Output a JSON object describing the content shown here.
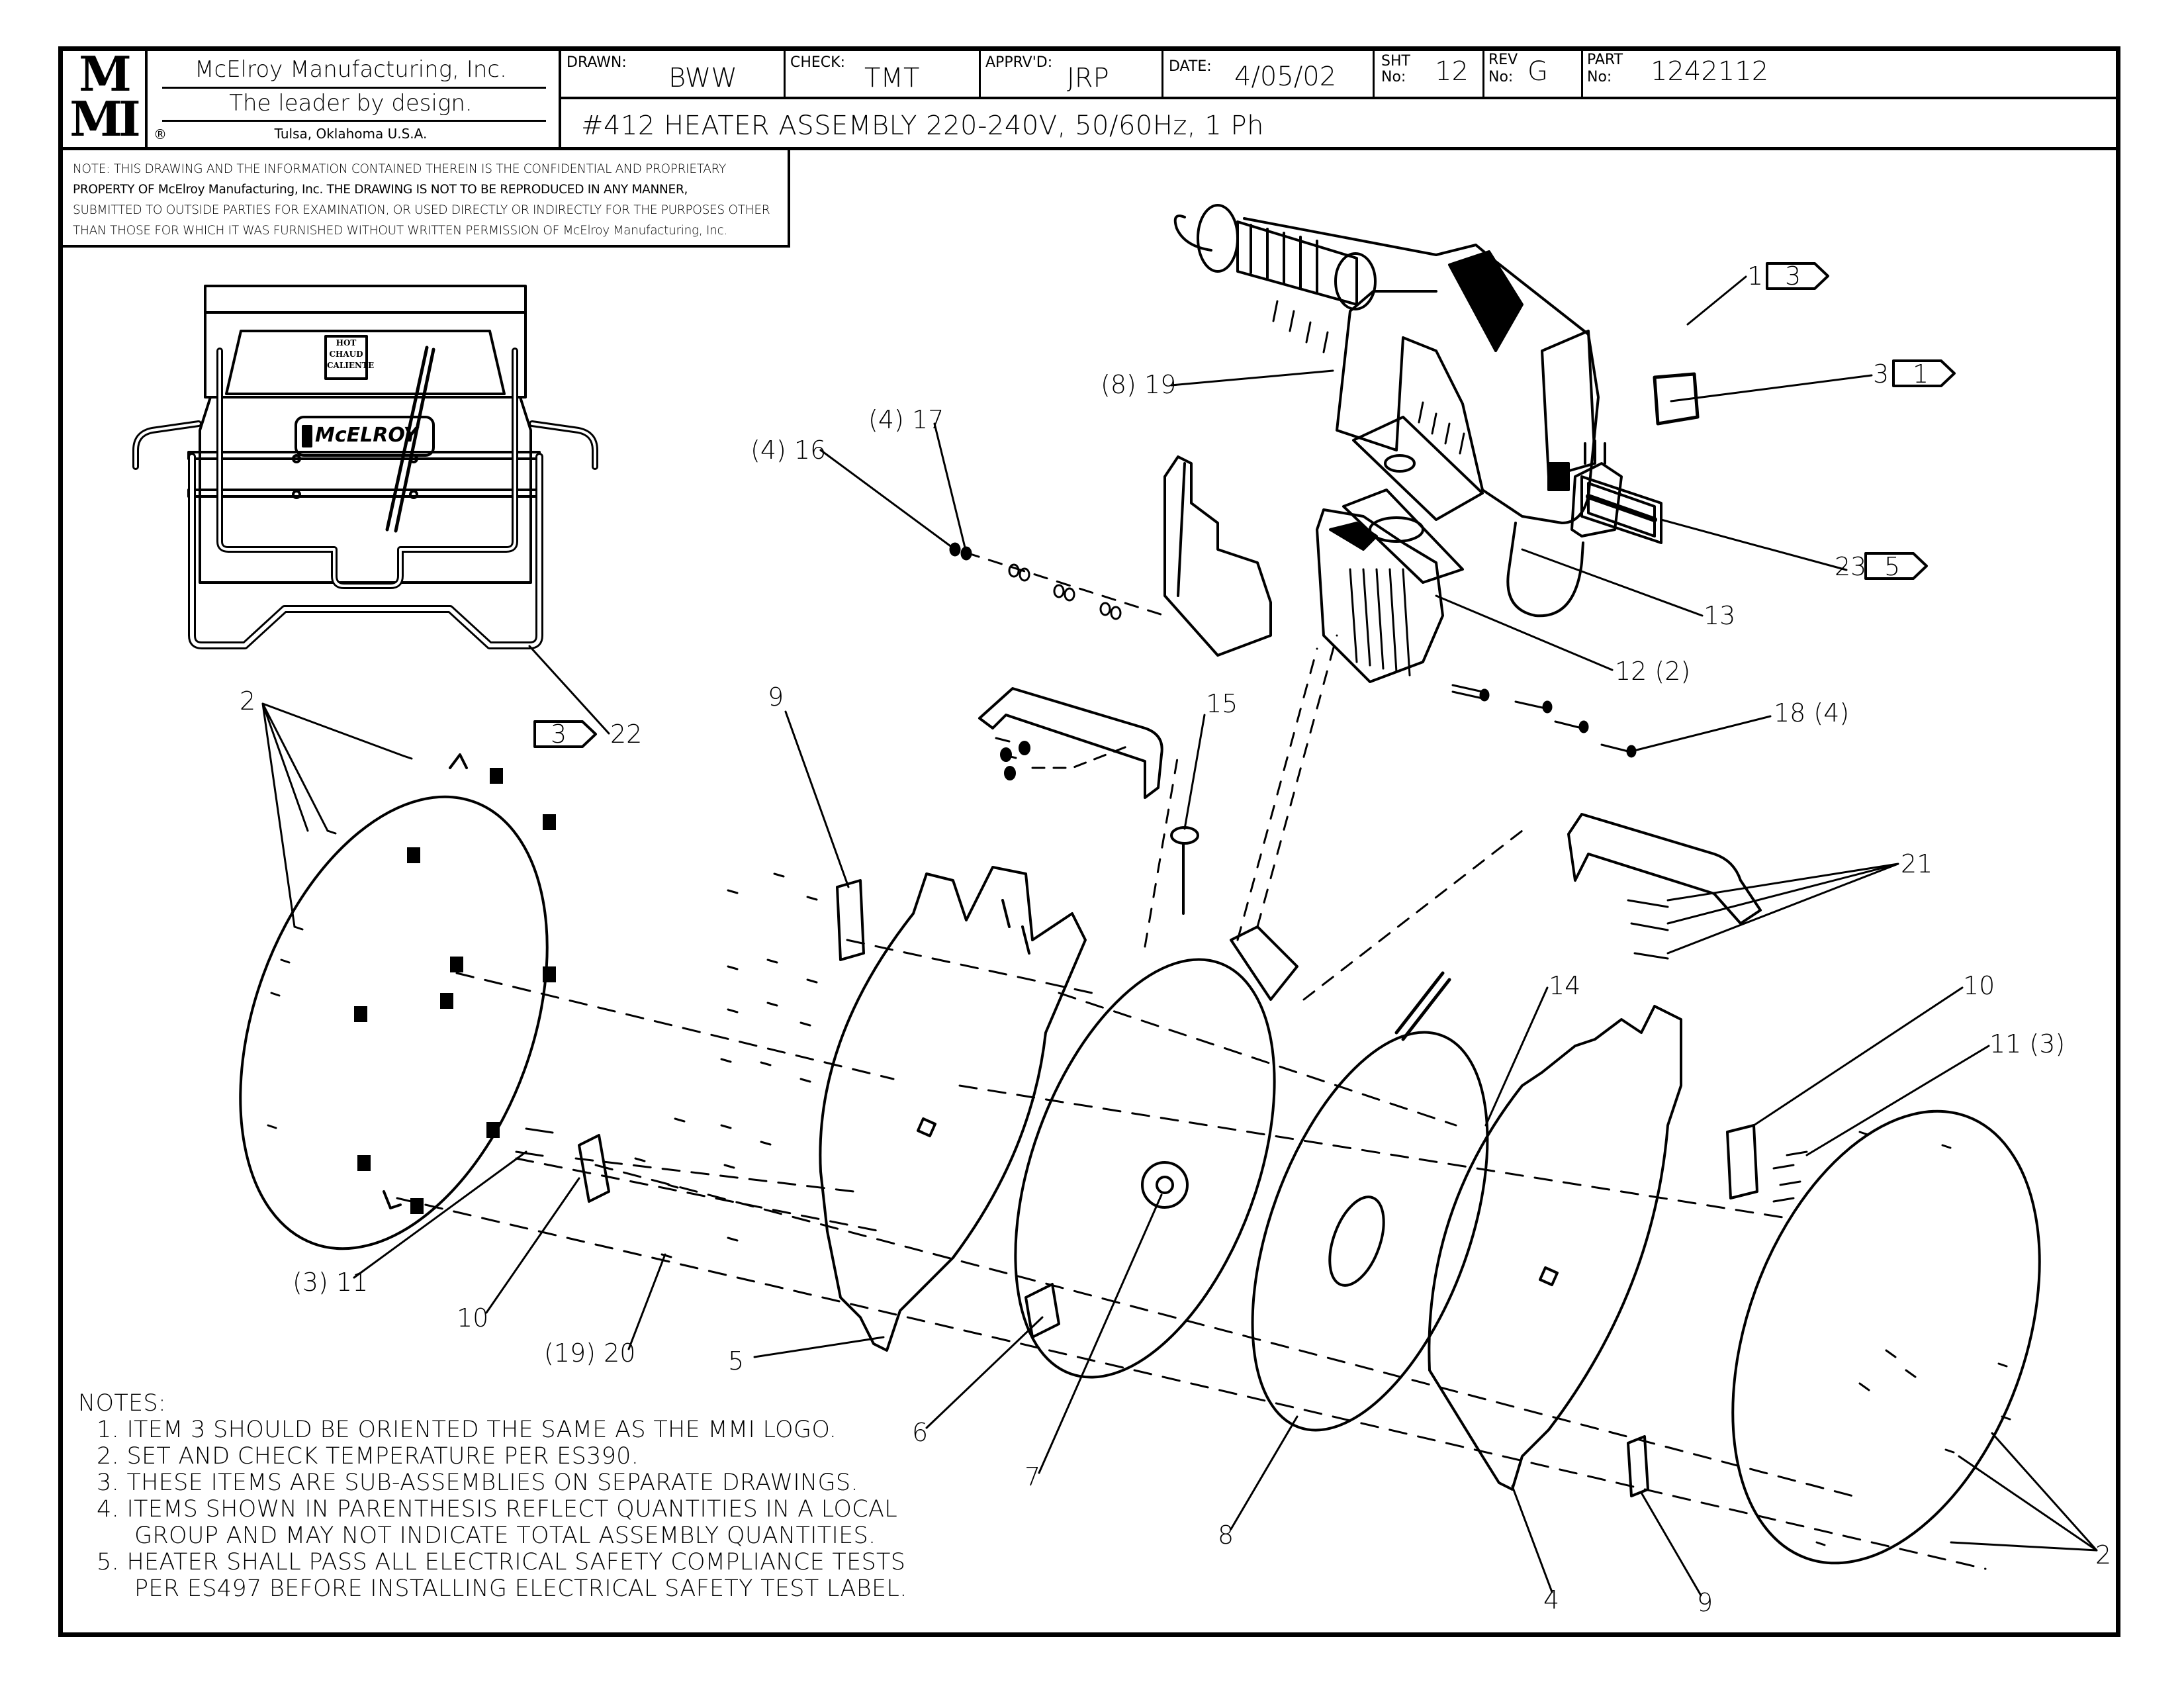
{
  "title_block": {
    "logo": {
      "line1": "M",
      "line2": "MI",
      "registered": "®"
    },
    "company": {
      "name": "McElroy Manufacturing, Inc.",
      "slogan": "The leader by design.",
      "location": "Tulsa, Oklahoma U.S.A."
    },
    "drawn": {
      "label": "DRAWN:",
      "value": "BWW"
    },
    "check": {
      "label": "CHECK:",
      "value": "TMT"
    },
    "approved": {
      "label": "APPRV'D:",
      "value": "JRP"
    },
    "date": {
      "label": "DATE:",
      "value": "4/05/02"
    },
    "sheet": {
      "label_line1": "SHT",
      "label_line2": "No:",
      "value": "12"
    },
    "revision": {
      "label_line1": "REV",
      "label_line2": "No:",
      "value": "G"
    },
    "part": {
      "label_line1": "PART",
      "label_line2": "No:",
      "value": "1242112"
    },
    "drawing_title": "#412 HEATER ASSEMBLY 220-240V, 50/60Hz, 1 Ph"
  },
  "confidentiality_note": [
    "NOTE: THIS DRAWING AND THE INFORMATION CONTAINED THEREIN IS THE CONFIDENTIAL AND PROPRIETARY",
    "PROPERTY OF McElroy Manufacturing, Inc. THE DRAWING IS NOT TO BE REPRODUCED IN ANY MANNER,",
    "SUBMITTED TO OUTSIDE PARTIES FOR EXAMINATION, OR USED DIRECTLY OR INDIRECTLY FOR THE PURPOSES OTHER",
    "THAN THOSE FOR WHICH IT WAS FURNISHED WITHOUT WRITTEN PERMISSION OF McElroy Manufacturing, Inc."
  ],
  "assembled_view_labels": {
    "warning_label": [
      "HOT",
      "CHAUD",
      "CALIENTE"
    ],
    "brand_plate": "McELROY"
  },
  "callouts": [
    {
      "id": "c1",
      "text": "1",
      "flag": "3"
    },
    {
      "id": "c3",
      "text": "3",
      "flag": "1"
    },
    {
      "id": "c23",
      "text": "23",
      "flag": "5"
    },
    {
      "id": "c19",
      "text": "(8) 19"
    },
    {
      "id": "c17",
      "text": "(4) 17"
    },
    {
      "id": "c16",
      "text": "(4) 16"
    },
    {
      "id": "c13",
      "text": "13"
    },
    {
      "id": "c12",
      "text": "12 (2)"
    },
    {
      "id": "c18",
      "text": "18 (4)"
    },
    {
      "id": "c15",
      "text": "15"
    },
    {
      "id": "c9a",
      "text": "9"
    },
    {
      "id": "c2a",
      "text": "2"
    },
    {
      "id": "c22",
      "text": "22",
      "flag": "3"
    },
    {
      "id": "c21",
      "text": "21"
    },
    {
      "id": "c14",
      "text": "14"
    },
    {
      "id": "c10a",
      "text": "10"
    },
    {
      "id": "c11a",
      "text": "11 (3)"
    },
    {
      "id": "c11b",
      "text": "(3) 11"
    },
    {
      "id": "c10b",
      "text": "10"
    },
    {
      "id": "c20",
      "text": "(19) 20"
    },
    {
      "id": "c5",
      "text": "5"
    },
    {
      "id": "c6",
      "text": "6"
    },
    {
      "id": "c7",
      "text": "7"
    },
    {
      "id": "c8",
      "text": "8"
    },
    {
      "id": "c4",
      "text": "4"
    },
    {
      "id": "c9b",
      "text": "9"
    },
    {
      "id": "c2b",
      "text": "2"
    }
  ],
  "notes": {
    "heading": "NOTES:",
    "items": [
      {
        "number": "1.",
        "lines": [
          "ITEM 3 SHOULD BE ORIENTED THE SAME AS THE MMI LOGO."
        ]
      },
      {
        "number": "2.",
        "lines": [
          "SET AND CHECK TEMPERATURE PER ES390."
        ]
      },
      {
        "number": "3.",
        "lines": [
          "THESE ITEMS ARE SUB-ASSEMBLIES ON SEPARATE DRAWINGS."
        ]
      },
      {
        "number": "4.",
        "lines": [
          "ITEMS SHOWN IN PARENTHESIS REFLECT QUANTITIES IN A LOCAL",
          "GROUP AND MAY NOT INDICATE TOTAL ASSEMBLY QUANTITIES."
        ]
      },
      {
        "number": "5.",
        "lines": [
          "HEATER SHALL PASS ALL ELECTRICAL SAFETY COMPLIANCE TESTS",
          "PER ES497 BEFORE INSTALLING ELECTRICAL SAFETY TEST LABEL."
        ]
      }
    ]
  }
}
